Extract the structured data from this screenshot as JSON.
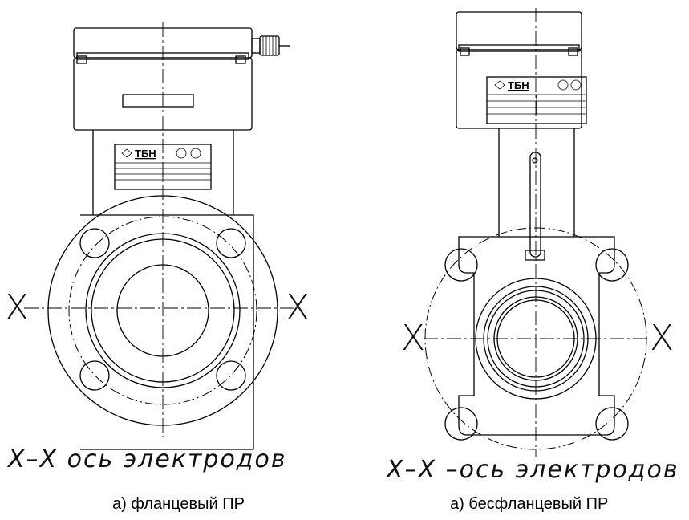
{
  "left": {
    "axis_marker_left": "X",
    "axis_marker_right": "X",
    "axis_label": "X–X ось электродов",
    "caption": "а) фланцевый ПР",
    "nameplate_brand": "ТБН"
  },
  "right": {
    "axis_marker_left": "X",
    "axis_marker_right": "X",
    "axis_label": "X–X –ось электродов",
    "caption": "а) бесфланцевый ПР",
    "nameplate_brand": "ТБН"
  }
}
